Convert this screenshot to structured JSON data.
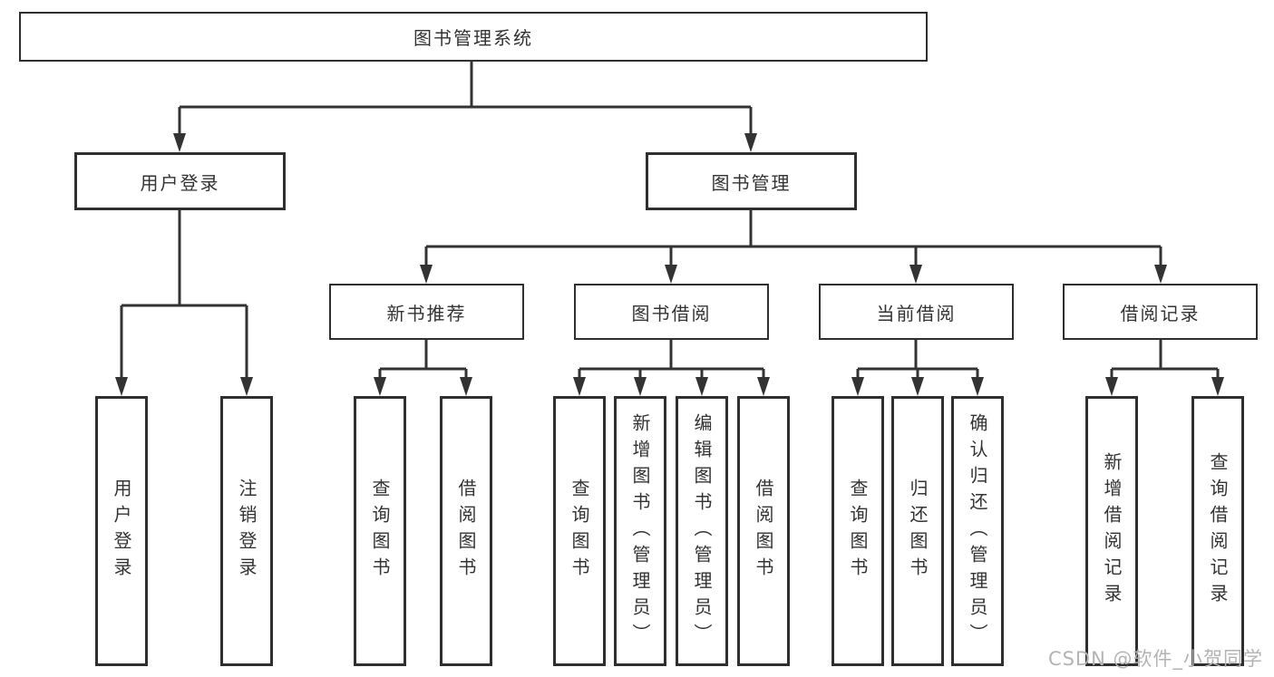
{
  "root": {
    "label": "图书管理系统"
  },
  "level2": [
    {
      "label": "用户登录",
      "children": [
        {
          "label": "用户登录"
        },
        {
          "label": "注销登录"
        }
      ]
    },
    {
      "label": "图书管理",
      "sections": [
        {
          "label": "新书推荐",
          "children": [
            {
              "label": "查询图书"
            },
            {
              "label": "借阅图书"
            }
          ]
        },
        {
          "label": "图书借阅",
          "children": [
            {
              "label": "查询图书"
            },
            {
              "label": "新增图书（管理员）"
            },
            {
              "label": "编辑图书（管理员）"
            },
            {
              "label": "借阅图书"
            }
          ]
        },
        {
          "label": "当前借阅",
          "children": [
            {
              "label": "查询图书"
            },
            {
              "label": "归还图书"
            },
            {
              "label": "确认归还（管理员）"
            }
          ]
        },
        {
          "label": "借阅记录",
          "children": [
            {
              "label": "新增借阅记录"
            },
            {
              "label": "查询借阅记录"
            }
          ]
        }
      ]
    }
  ],
  "watermark": "CSDN @软件_小贺同学",
  "colors": {
    "line": "#333333",
    "border": "#2f2f2f",
    "text": "#333333",
    "watermark": "#b3b3b3",
    "background": "#ffffff"
  }
}
